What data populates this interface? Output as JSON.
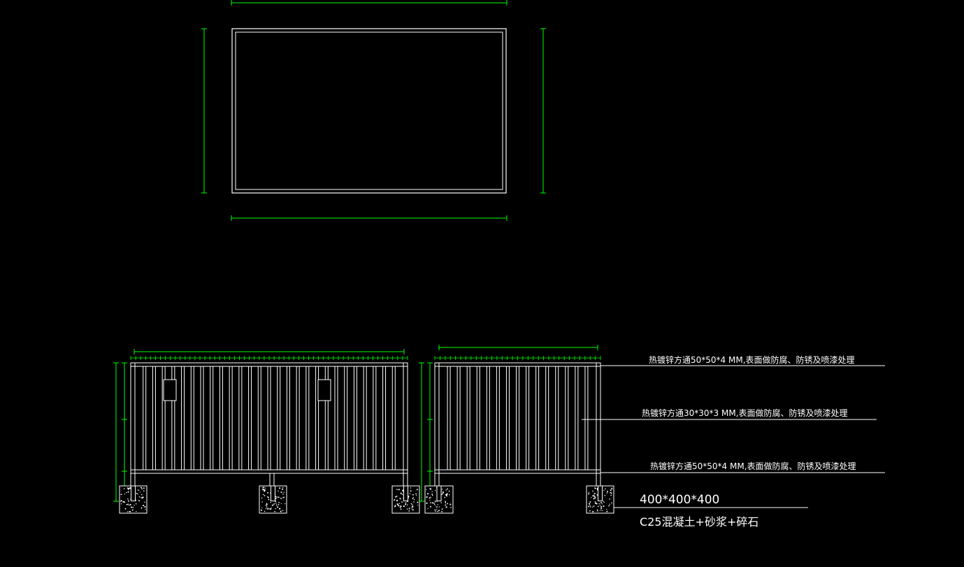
{
  "colors": {
    "background": "#000000",
    "geometry": "#ffffff",
    "dimension": "#00ff00"
  },
  "plan_view": {
    "dim_top": "",
    "dim_bottom": "",
    "dim_left": "",
    "dim_right": ""
  },
  "elevations": {
    "left_width_dim": "",
    "right_width_dim": "",
    "post_count_left": 3,
    "post_count_right": 2
  },
  "annotations": {
    "top_rail": "热镀锌方通50*50*4 MM,表面做防腐、防锈及喷漆处理",
    "vertical_bars": "热镀锌方通30*30*3 MM,表面做防腐、防锈及喷漆处理",
    "bottom_rail": "热镀锌方通50*50*4 MM,表面做防腐、防锈及喷漆处理",
    "footing_size": "400*400*400",
    "footing_material": "C25混凝土+砂浆+碎石"
  }
}
